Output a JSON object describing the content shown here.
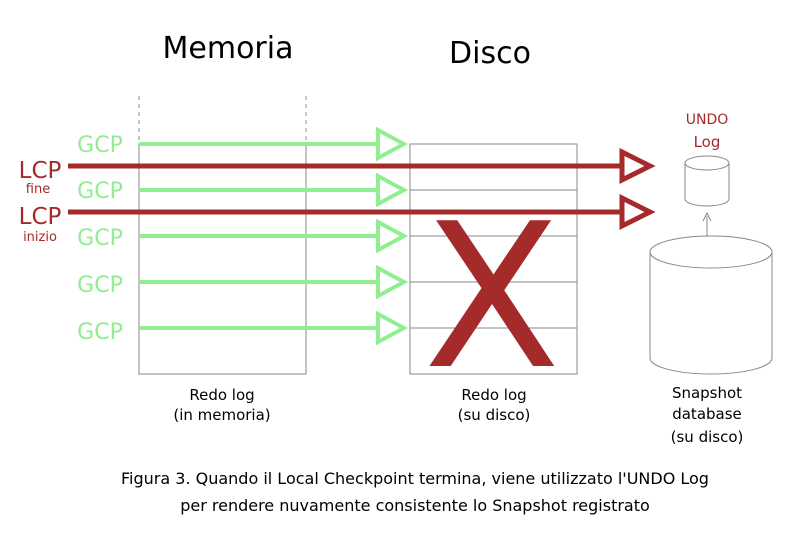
{
  "headers": {
    "memoria": "Memoria",
    "disco": "Disco"
  },
  "gcp_labels": [
    "GCP",
    "GCP",
    "GCP",
    "GCP",
    "GCP"
  ],
  "lcp": {
    "fine": {
      "main": "LCP",
      "sub": "fine"
    },
    "inizio": {
      "main": "LCP",
      "sub": "inizio"
    }
  },
  "undo": {
    "line1": "UNDO",
    "line2": "Log"
  },
  "captions": {
    "mem_line1": "Redo log",
    "mem_line2": "(in memoria)",
    "disk_line1": "Redo log",
    "disk_line2": "(su disco)",
    "snap_line1": "Snapshot",
    "snap_line2": "database",
    "snap_line3": "(su disco)"
  },
  "disk_cross": "X",
  "figure_caption": {
    "line1": "Figura 3. Quando il Local Checkpoint termina, viene utilizzato l'UNDO Log",
    "line2": "per rendere nuvamente consistente lo Snapshot registrato"
  },
  "colors": {
    "green": "#90ee90",
    "red": "#a52a2a",
    "gray_stroke": "#888888",
    "text": "#000000"
  }
}
